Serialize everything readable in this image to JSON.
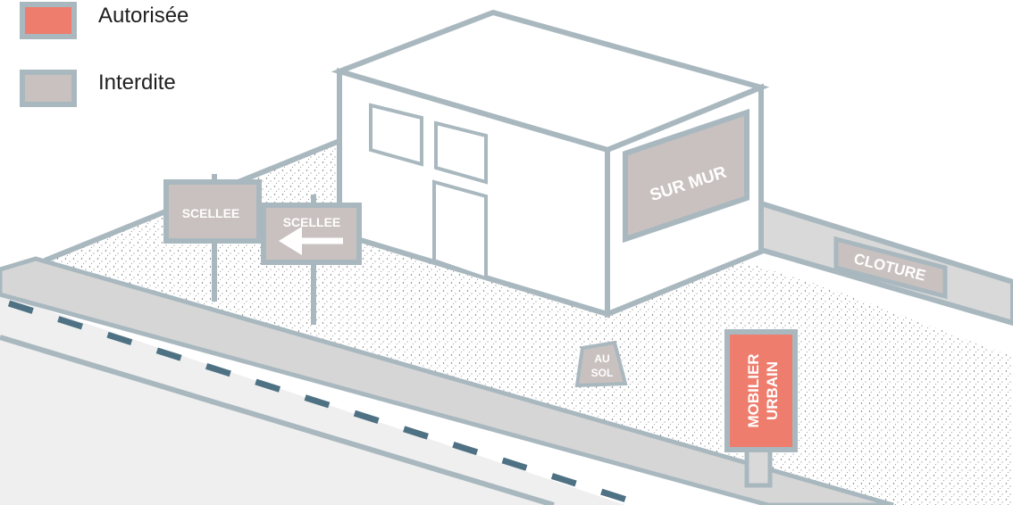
{
  "legend": {
    "allowed_label": "Autorisée",
    "forbidden_label": "Interdite"
  },
  "signs": {
    "scellee_left": "SCELLEE",
    "scellee_right": "SCELLEE",
    "sur_mur": "SUR MUR",
    "cloture": "CLOTURE",
    "au_sol_top": "AU",
    "au_sol_bottom": "SOL",
    "mobilier_line1": "MOBILIER",
    "mobilier_line2": "URBAIN"
  },
  "colors": {
    "allowed": "#ee7d6d",
    "forbidden": "#c9c1bf",
    "outline": "#a9b8bf",
    "dash": "#4f7184",
    "road": "#efefef",
    "sidewalk": "#d6d6d6"
  }
}
